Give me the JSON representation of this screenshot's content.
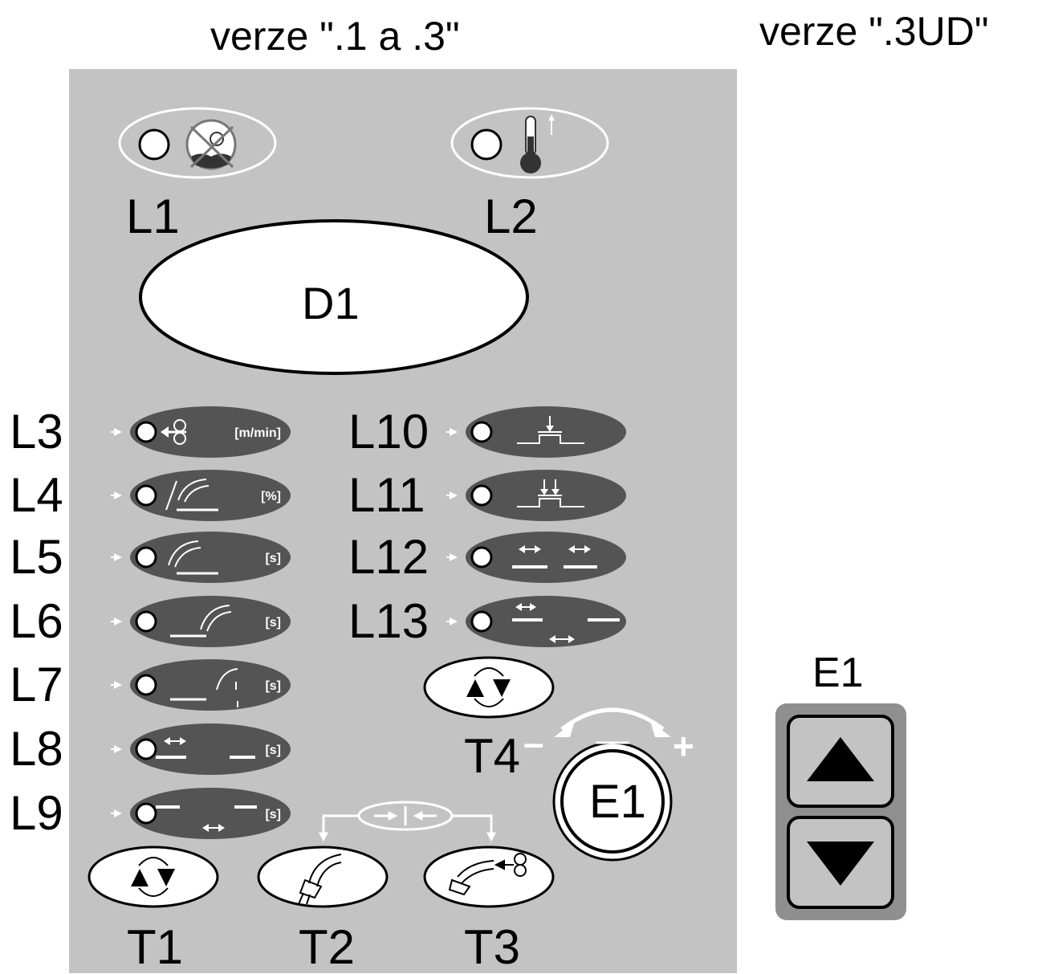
{
  "headers": {
    "left": "verze \".1 a .3\"",
    "right": "verze \".3UD\""
  },
  "indicators": {
    "L1": {
      "label": "L1",
      "icon": "no-water-icon"
    },
    "L2": {
      "label": "L2",
      "icon": "thermometer-icon"
    }
  },
  "display": {
    "label": "D1"
  },
  "leds_left": [
    {
      "label": "L3",
      "unit": "[m/min]",
      "icon": "wire-feed-icon"
    },
    {
      "label": "L4",
      "unit": "[%]",
      "icon": "torch-current-icon"
    },
    {
      "label": "L5",
      "unit": "[s]",
      "icon": "torch-start-icon"
    },
    {
      "label": "L6",
      "unit": "[s]",
      "icon": "torch-end-icon"
    },
    {
      "label": "L7",
      "unit": "[s]",
      "icon": "torch-burnback-icon"
    },
    {
      "label": "L8",
      "unit": "[s]",
      "icon": "spot-time-icon"
    },
    {
      "label": "L9",
      "unit": "[s]",
      "icon": "pause-time-icon"
    }
  ],
  "leds_right": [
    {
      "label": "L10",
      "icon": "two-stroke-icon"
    },
    {
      "label": "L11",
      "icon": "four-stroke-icon"
    },
    {
      "label": "L12",
      "icon": "spot-mode-icon"
    },
    {
      "label": "L13",
      "icon": "interval-mode-icon"
    }
  ],
  "buttons": {
    "T1": {
      "label": "T1",
      "icon": "cycle-arrows-icon"
    },
    "T2": {
      "label": "T2",
      "icon": "gas-test-icon"
    },
    "T3": {
      "label": "T3",
      "icon": "wire-inch-icon"
    },
    "T4": {
      "label": "T4",
      "icon": "cycle-arrows-icon"
    }
  },
  "encoder": {
    "label": "E1",
    "minus": "–",
    "plus": "+"
  },
  "ud_panel": {
    "label": "E1",
    "up_icon": "triangle-up-icon",
    "down_icon": "triangle-down-icon"
  }
}
